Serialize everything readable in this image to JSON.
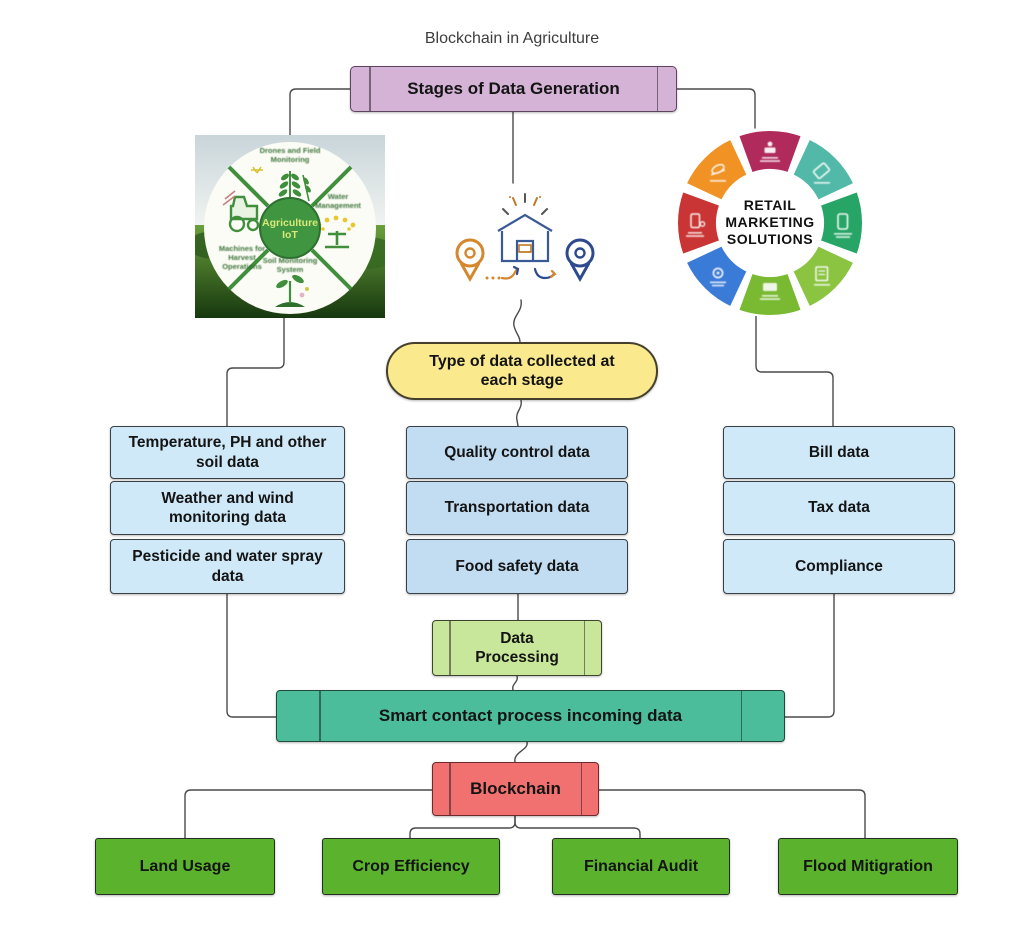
{
  "page": {
    "title": "Blockchain in Agriculture"
  },
  "stages": {
    "label": "Stages of Data Generation"
  },
  "collection": {
    "label": "Type of data collected at each stage"
  },
  "columns": {
    "farm": {
      "items": [
        "Temperature, PH and other soil data",
        "Weather and wind monitoring data",
        "Pesticide and water spray data"
      ]
    },
    "supply": {
      "items": [
        "Quality control data",
        "Transportation data",
        "Food safety data"
      ]
    },
    "retail": {
      "items": [
        "Bill data",
        "Tax data",
        "Compliance"
      ]
    }
  },
  "processing": {
    "label": "Data Processing"
  },
  "smart_contract": {
    "label": "Smart contact process incoming data"
  },
  "blockchain": {
    "label": "Blockchain"
  },
  "outputs": {
    "items": [
      "Land Usage",
      "Crop Efficiency",
      "Financial Audit",
      "Flood Mitigration"
    ]
  },
  "agriculture_iot": {
    "center_lines": [
      "Agriculture",
      "IoT"
    ],
    "labels": {
      "top": [
        "Drones and Field",
        "Monitoring"
      ],
      "right": [
        "Water",
        "Management"
      ],
      "left": [
        "Machines for",
        "Harvest",
        "Operations"
      ],
      "bottom": [
        "Soil Monitoring",
        "System"
      ]
    }
  },
  "retail_wheel": {
    "center_lines": [
      "RETAIL",
      "MARKETING",
      "SOLUTIONS"
    ]
  },
  "colors": {
    "stages_fill": "#d5b3d7",
    "collection_fill": "#fae98d",
    "column_fill_side": "#cfe9f8",
    "column_fill_center": "#c2dcf2",
    "processing_fill": "#c9e79a",
    "smart_contract_fill": "#4cbd9b",
    "blockchain_fill": "#f17070",
    "output_fill": "#5bb32d",
    "connector": "#4a4a4a",
    "retail_segments": [
      "#b02a5c",
      "#52b9a8",
      "#27a566",
      "#8bc441",
      "#7aba33",
      "#3b7bd8",
      "#c93434",
      "#f09224"
    ]
  }
}
